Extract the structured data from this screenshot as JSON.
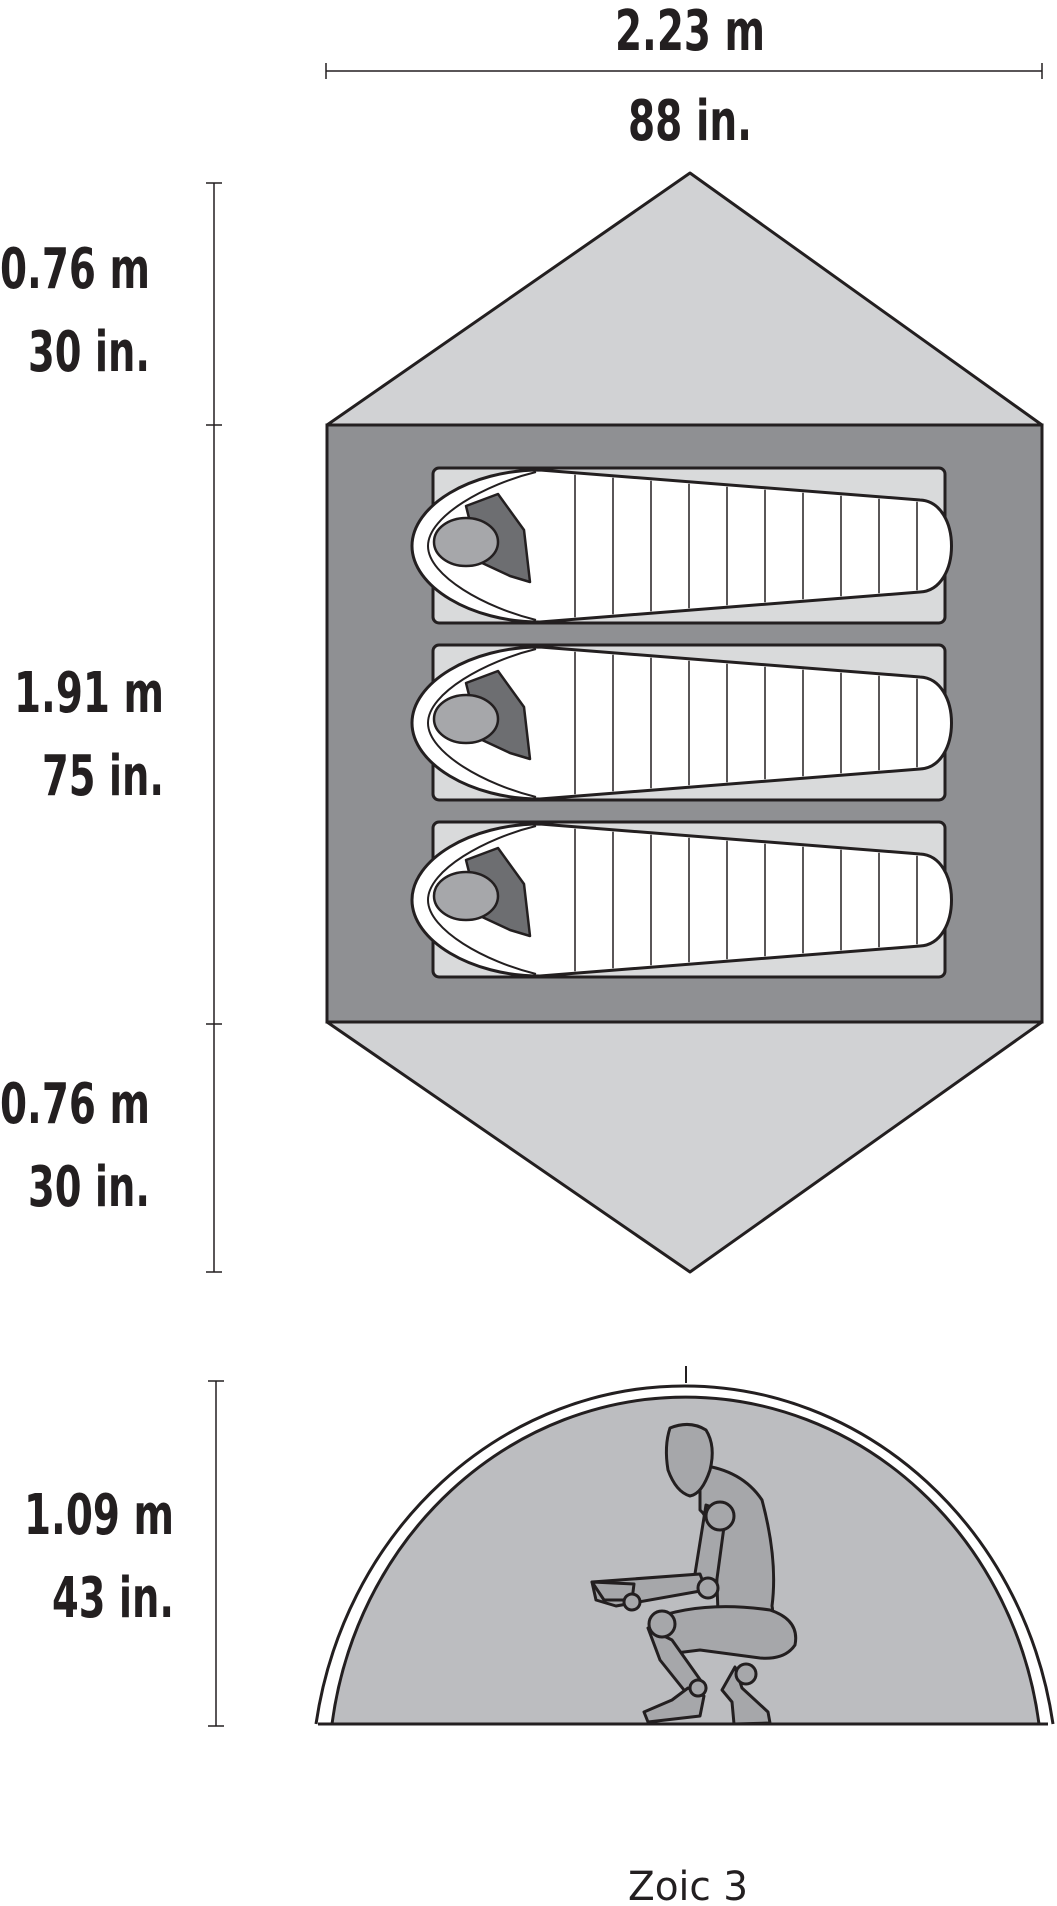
{
  "width_top": {
    "metric": "2.23 m",
    "imperial": "88 in."
  },
  "vestibule_front": {
    "metric": "0.76 m",
    "imperial": "30 in."
  },
  "body_length": {
    "metric": "1.91 m",
    "imperial": "75 in."
  },
  "vestibule_rear": {
    "metric": "0.76 m",
    "imperial": "30 in."
  },
  "peak_height": {
    "metric": "1.09 m",
    "imperial": "43 in."
  },
  "caption": "Zoic 3",
  "colors": {
    "outline": "#231f20",
    "vestibule": "#d1d2d4",
    "floor": "#8f9093",
    "pad": "#d9dadb",
    "bag": "#ffffff",
    "figure": "#a6a7aa",
    "dome": "#bcbdc0"
  }
}
